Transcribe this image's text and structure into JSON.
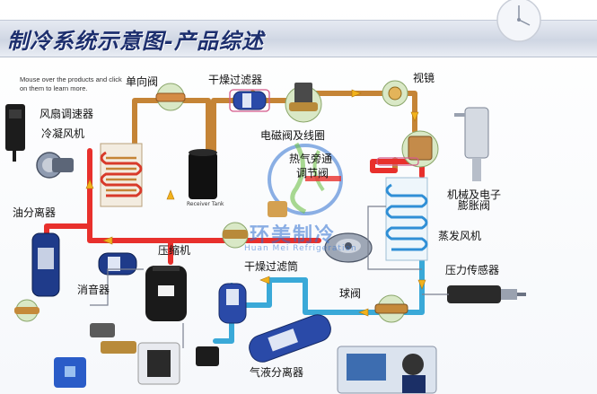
{
  "title": "制冷系统示意图-产品综述",
  "hint": "Mouse over the products and click on them to learn more.",
  "labels": {
    "check_valve": "单向阀",
    "filter_drier_top": "干燥过滤器",
    "sight_glass": "视镜",
    "fan_speed_controller": "风扇调速器",
    "condenser_fan": "冷凝风机",
    "solenoid_valve": "电磁阀及线圈",
    "hot_gas_bypass_1": "热气旁通",
    "hot_gas_bypass_2": "调节阀",
    "oil_separator": "油分离器",
    "mech_exp_valve_1": "机械及电子",
    "mech_exp_valve_2": "膨胀阀",
    "evaporator_fan": "蒸发风机",
    "compressor": "压缩机",
    "filter_drier_shell": "干燥过滤筒",
    "muffler": "消音器",
    "pressure_sensor": "压力传感器",
    "ball_valve": "球阀",
    "accumulator": "气液分离器",
    "receiver_tank": "Receiver Tank"
  },
  "watermark": {
    "main": "环美制冷",
    "sub": "Huan Mei Refrigeration"
  },
  "colors": {
    "hot_line": "#e8302c",
    "liquid_line": "#c58436",
    "suction_line": "#3aa9d8",
    "title_text": "#1d2f6e",
    "coil_blue": "#2f8fd6",
    "coil_red": "#d83a2a"
  }
}
